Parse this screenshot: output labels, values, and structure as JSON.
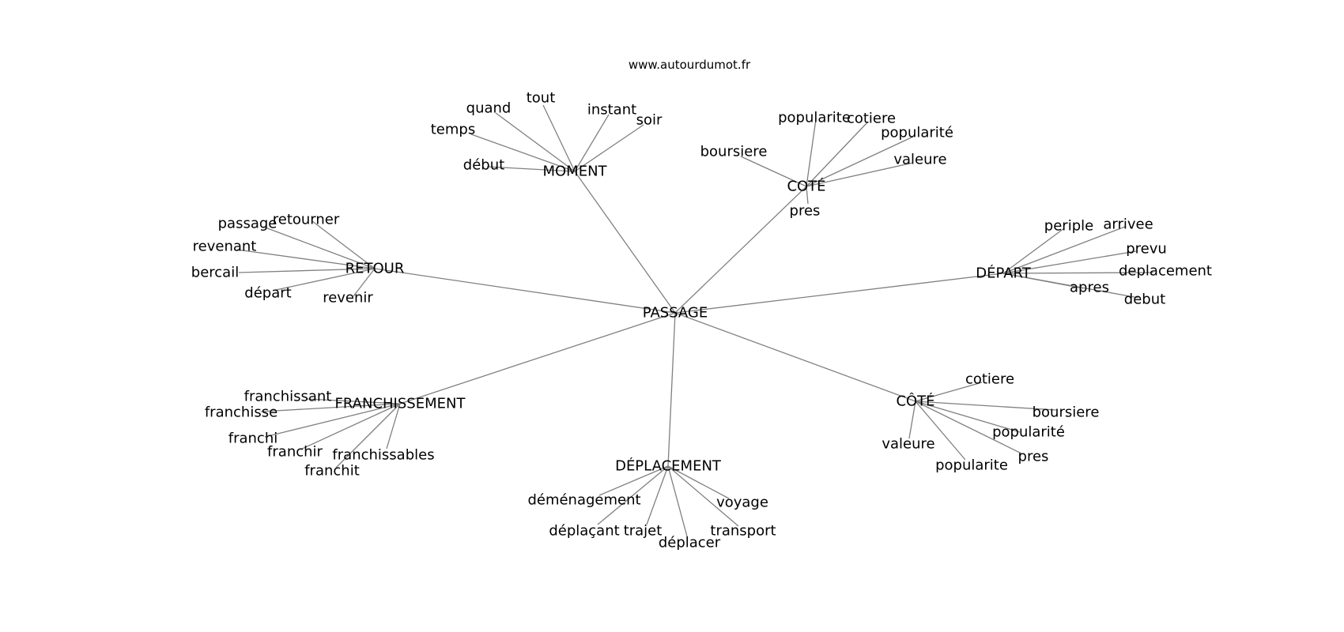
{
  "source_label": "www.autourdumot.fr",
  "root": "PASSAGE",
  "hubs": [
    {
      "id": "moment",
      "label": "MOMENT",
      "words": [
        "quand",
        "tout",
        "instant",
        "soir",
        "temps",
        "début"
      ]
    },
    {
      "id": "cote-1",
      "label": "COTÉ",
      "words": [
        "popularite",
        "cotiere",
        "popularité",
        "boursiere",
        "valeure",
        "pres"
      ]
    },
    {
      "id": "retour",
      "label": "RETOUR",
      "words": [
        "passage",
        "retourner",
        "revenant",
        "bercail",
        "départ",
        "revenir"
      ]
    },
    {
      "id": "depart",
      "label": "DÉPART",
      "words": [
        "periple",
        "arrivee",
        "prevu",
        "deplacement",
        "apres",
        "debut"
      ]
    },
    {
      "id": "franchissement",
      "label": "FRANCHISSEMENT",
      "words": [
        "franchissant",
        "franchisse",
        "franchi",
        "franchir",
        "franchissables",
        "franchit"
      ]
    },
    {
      "id": "deplacement",
      "label": "DÉPLACEMENT",
      "words": [
        "déménagement",
        "voyage",
        "déplaçant",
        "trajet",
        "transport",
        "déplacer"
      ]
    },
    {
      "id": "cote-2",
      "label": "CÔTÉ",
      "words": [
        "cotiere",
        "boursiere",
        "valeure",
        "popularité",
        "pres",
        "popularite"
      ]
    }
  ]
}
